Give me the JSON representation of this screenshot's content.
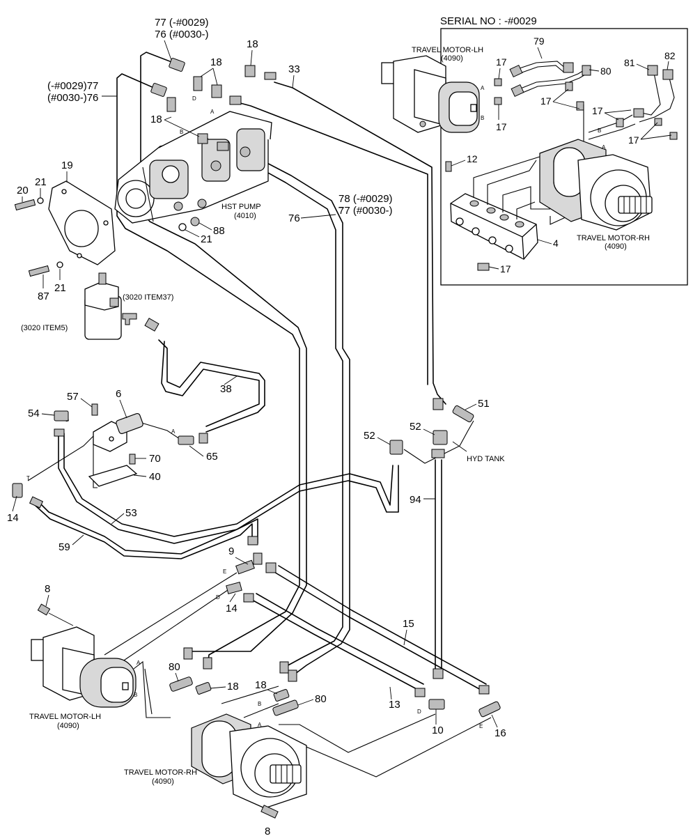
{
  "serial_header": "SERIAL NO : -#0029",
  "components": {
    "hst_pump": {
      "name": "HST PUMP",
      "ref": "(4010)"
    },
    "travel_motor_lh_inset": {
      "name": "TRAVEL MOTOR-LH",
      "ref": "(4090)"
    },
    "travel_motor_rh_inset": {
      "name": "TRAVEL MOTOR-RH",
      "ref": "(4090)"
    },
    "travel_motor_lh": {
      "name": "TRAVEL MOTOR-LH",
      "ref": "(4090)"
    },
    "travel_motor_rh": {
      "name": "TRAVEL MOTOR-RH",
      "ref": "(4090)"
    },
    "hyd_tank": "HYD TANK",
    "filter_ref": "(3020 ITEM5)",
    "tee_ref": "(3020 ITEM37)"
  },
  "callouts": {
    "c77a": "77 (-#0029)",
    "c76a": "76 (#0030-)",
    "c77b": "(-#0029)77",
    "c76b": "(#0030-)76",
    "c78": "78 (-#0029)",
    "c77c": "77 (#0030-)",
    "c76": "76",
    "c33": "33",
    "c18a": "18",
    "c18b": "18",
    "c18c": "18",
    "c18d": "18",
    "c18e": "18",
    "c19": "19",
    "c20": "20",
    "c21a": "21",
    "c21b": "21",
    "c21c": "21",
    "c87": "87",
    "c88": "88",
    "c38": "38",
    "c6": "6",
    "c57": "57",
    "c54": "54",
    "c65": "65",
    "c70": "70",
    "c40": "40",
    "c14a": "14",
    "c14b": "14",
    "c53": "53",
    "c59": "59",
    "c9": "9",
    "c8": "8",
    "c51": "51",
    "c52a": "52",
    "c52b": "52",
    "c94": "94",
    "c15": "15",
    "c13": "13",
    "c10": "10",
    "c16": "16",
    "c80a": "80",
    "c80b": "80",
    "c80c": "80",
    "c79": "79",
    "c81": "81",
    "c82": "82",
    "c12": "12",
    "c4": "4",
    "c17a": "17",
    "c17b": "17",
    "c17c": "17",
    "c17d": "17",
    "c17e": "17",
    "c17f": "17",
    "c8b": "8"
  },
  "port_letters": {
    "a": "A",
    "b": "B",
    "d": "D",
    "e": "E",
    "t": "T"
  }
}
